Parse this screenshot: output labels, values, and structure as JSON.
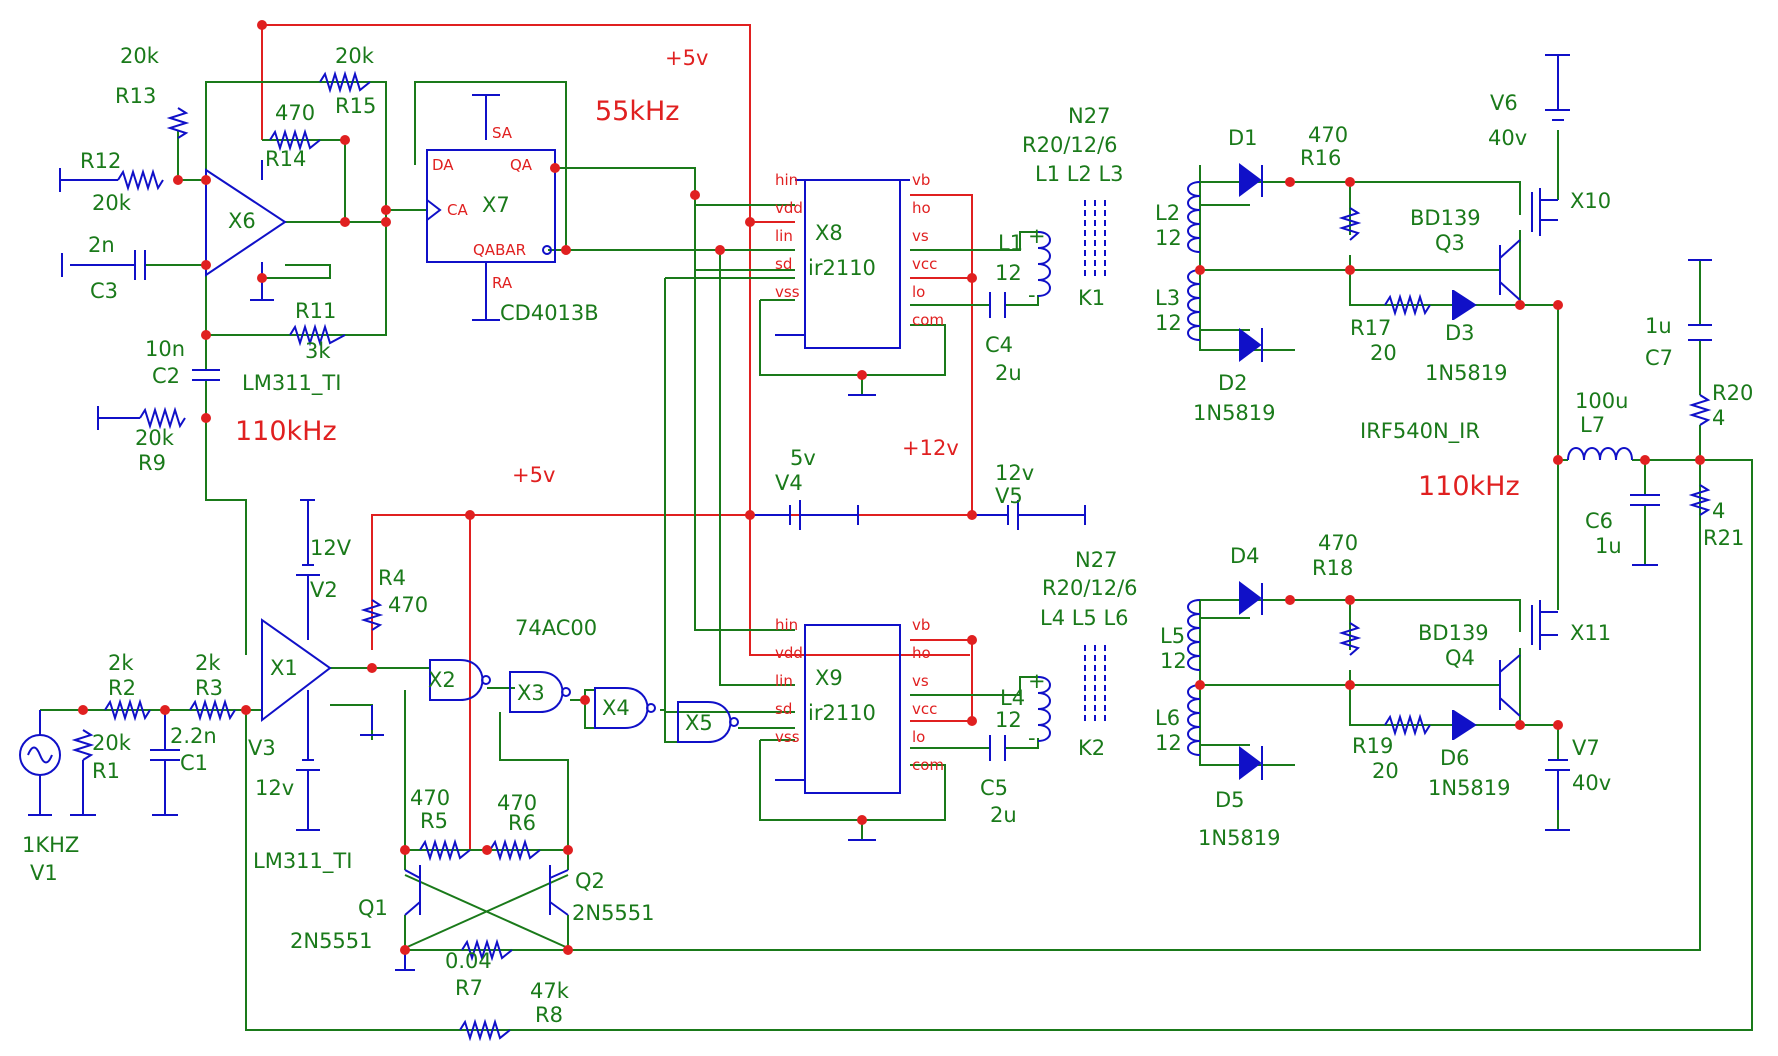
{
  "rails": {
    "plus5v_top": "+5v",
    "plus5v_mid": "+5v",
    "plus12v": "+12v",
    "freq55": "55kHz",
    "freq110_left": "110kHz",
    "freq110_right": "110kHz"
  },
  "oscillator": {
    "R13": {
      "name": "R13",
      "value": "20k"
    },
    "R15": {
      "name": "R15",
      "value": "20k"
    },
    "R14": {
      "name": "R14",
      "value": "470"
    },
    "R12": {
      "name": "R12",
      "value": "20k"
    },
    "C3": {
      "name": "C3",
      "value": "2n"
    },
    "R11": {
      "name": "R11",
      "value": "3k"
    },
    "C2": {
      "name": "C2",
      "value": "10n"
    },
    "R9": {
      "name": "R9",
      "value": "20k"
    },
    "X6": {
      "name": "X6",
      "part": "LM311_TI"
    }
  },
  "flipflop": {
    "X7": {
      "name": "X7",
      "part": "CD4013B"
    },
    "pins": {
      "DA": "DA",
      "QA": "QA",
      "CA": "CA",
      "QABAR": "QABAR",
      "SA": "SA",
      "RA": "RA"
    }
  },
  "drivers": {
    "pins": [
      "hin",
      "vdd",
      "lin",
      "sd",
      "vss"
    ],
    "pins_right": [
      "vb",
      "ho",
      "vs",
      "vcc",
      "lo",
      "com"
    ],
    "X8": {
      "name": "X8",
      "part": "ir2110"
    },
    "X9": {
      "name": "X9",
      "part": "ir2110"
    }
  },
  "transformers": {
    "top": {
      "core": "N27",
      "size": "R20/12/6",
      "windings": "L1 L2 L3",
      "name": "K1",
      "L1": "L1",
      "L1v": "12",
      "C4": "C4",
      "C4v": "2u"
    },
    "bottom": {
      "core": "N27",
      "size": "R20/12/6",
      "windings": "L4 L5 L6",
      "name": "K2",
      "L4": "L4",
      "L4v": "12",
      "C5": "C5",
      "C5v": "2u"
    }
  },
  "supplies": {
    "V4": {
      "name": "V4",
      "value": "5v"
    },
    "V5": {
      "name": "V5",
      "value": "12v"
    },
    "V2": {
      "name": "V2",
      "value": "12V"
    },
    "V3": {
      "name": "V3",
      "value": "12v"
    },
    "V6": {
      "name": "V6",
      "value": "40v"
    },
    "V7": {
      "name": "V7",
      "value": "40v"
    },
    "V1": {
      "name": "V1",
      "value": "1KHZ"
    }
  },
  "comparator": {
    "X1": {
      "name": "X1",
      "part": "LM311_TI"
    },
    "R2": {
      "name": "R2",
      "value": "2k"
    },
    "R3": {
      "name": "R3",
      "value": "2k"
    },
    "R1": {
      "name": "R1",
      "value": "20k"
    },
    "C1": {
      "name": "C1",
      "value": "2.2n"
    },
    "R4": {
      "name": "R4",
      "value": "470"
    }
  },
  "logic": {
    "part": "74AC00",
    "gates": [
      "X2",
      "X3",
      "X4",
      "X5"
    ]
  },
  "latch": {
    "R5": {
      "name": "R5",
      "value": "470"
    },
    "R6": {
      "name": "R6",
      "value": "470"
    },
    "R7": {
      "name": "R7",
      "value": "0.04"
    },
    "R8": {
      "name": "R8",
      "value": "47k"
    },
    "Q1": {
      "name": "Q1",
      "part": "2N5551"
    },
    "Q2": {
      "name": "Q2",
      "part": "2N5551"
    }
  },
  "power_top": {
    "D1": "D1",
    "D2": "D2",
    "D2p": "1N5819",
    "L2": "L2",
    "L2v": "12",
    "L3": "L3",
    "L3v": "12",
    "R16": "R16",
    "R16v": "470",
    "R17": "R17",
    "R17v": "20",
    "Q3": "Q3",
    "Q3p": "BD139",
    "D3": "D3",
    "D3p": "1N5819",
    "X10": "X10",
    "mosfet": "IRF540N_IR"
  },
  "power_bottom": {
    "D4": "D4",
    "D5": "D5",
    "D5p": "1N5819",
    "L5": "L5",
    "L5v": "12",
    "L6": "L6",
    "L6v": "12",
    "R18": "R18",
    "R18v": "470",
    "R19": "R19",
    "R19v": "20",
    "Q4": "Q4",
    "Q4p": "BD139",
    "D6": "D6",
    "D6p": "1N5819",
    "X11": "X11"
  },
  "output": {
    "L7": "L7",
    "L7v": "100u",
    "C6": "C6",
    "C6v": "1u",
    "C7": "C7",
    "C7v": "1u",
    "R20": "R20",
    "R20v": "4",
    "R21": "R21",
    "R21v": "4"
  },
  "colors": {
    "wire": "#1a7a1a",
    "rail": "#e02020",
    "component": "#1010c8",
    "text": "#1a7a1a"
  }
}
